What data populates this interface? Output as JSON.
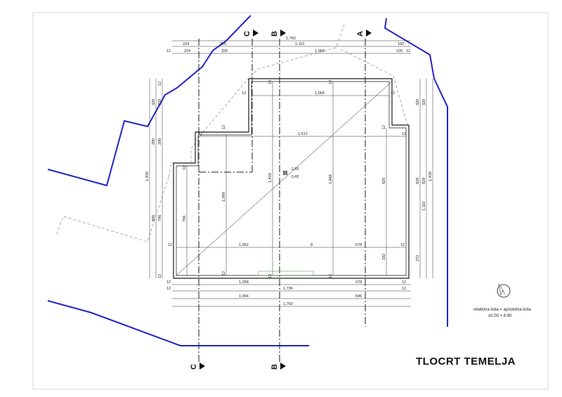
{
  "title": "TLOCRT TEMELJA",
  "axes": {
    "a": "A",
    "b": "B",
    "c": "C"
  },
  "note": {
    "line1": "relativna kota = apsolutna kota",
    "line2": "±0.00 = 6.90"
  },
  "levels": {
    "top": "-2,95",
    "bottom": "-3,45"
  },
  "dims": {
    "top1": [
      "224",
      "326",
      "1,110",
      "100"
    ],
    "top1_total": "1,760",
    "top2": [
      "12",
      "224",
      "326",
      "1,068",
      "100",
      "12"
    ],
    "inner_top": "1,068",
    "inner_mid": "1,512",
    "row_852": [
      "1,052",
      "8",
      "678"
    ],
    "bot1": [
      "12",
      "1,058",
      "678",
      "12"
    ],
    "bot2": "1,736",
    "bot3": [
      "1,064",
      "696"
    ],
    "bot4": "1,760",
    "left_outer": "1,430",
    "left_a": [
      "320",
      "290",
      "800"
    ],
    "left_b": [
      "320",
      "290",
      "796"
    ],
    "left_c": "796",
    "v1098": "1,098",
    "v1418": "1,418",
    "v1466": "1,466",
    "v826": "826",
    "v332": "332",
    "right_a": [
      "320",
      "828",
      "272"
    ],
    "right_b": "1,110",
    "right_outer": "1,430",
    "twelve": "12"
  },
  "colors": {
    "boundary": "#2323c8",
    "lines": "#1a1a1a",
    "dashed": "#777777"
  }
}
